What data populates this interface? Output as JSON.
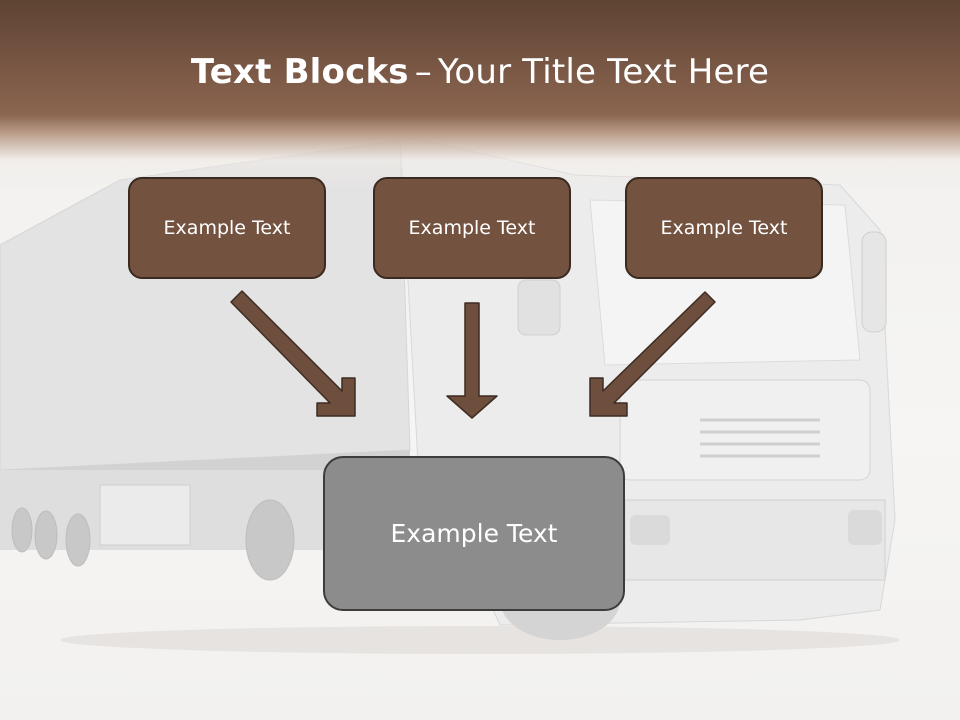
{
  "slide": {
    "title_bold": "Text Blocks",
    "title_sep": "–",
    "title_rest": "Your Title Text Here"
  },
  "boxes": [
    {
      "label": "Example Text"
    },
    {
      "label": "Example Text"
    },
    {
      "label": "Example Text"
    }
  ],
  "main_box": {
    "label": "Example Text"
  },
  "colors": {
    "header_brown": "#7a5845",
    "box_fill": "#735240",
    "main_box_fill": "#8c8c8c",
    "arrow_fill": "#6e4f3e"
  }
}
